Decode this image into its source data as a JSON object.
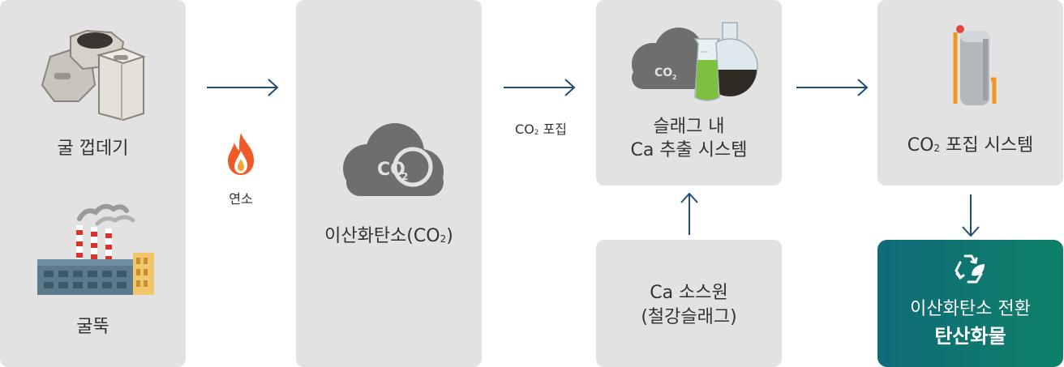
{
  "box1": {
    "top_label": "굴 껍데기",
    "bottom_label": "굴뚝"
  },
  "combustion": {
    "label": "연소"
  },
  "box2": {
    "label_main": "이산화탄소(CO",
    "label_sub": "2",
    "label_end": ")",
    "icon_text": "CO",
    "icon_sub": "2"
  },
  "arrow2": {
    "label_main": "CO",
    "label_sub": "2",
    "label_end": " 포집"
  },
  "box3": {
    "line1": "슬래그 내",
    "line2": "Ca 추출 시스템",
    "icon_text": "CO",
    "icon_sub": "2"
  },
  "box4": {
    "line1": "Ca 소스원",
    "line2": "(철강슬래그)"
  },
  "box5": {
    "label_main": "CO",
    "label_sub": "2",
    "label_end": " 포집 시스템"
  },
  "final": {
    "line1": "이산화탄소 전환",
    "line2": "탄산화물"
  },
  "colors": {
    "box": "#e2e2e2",
    "arrow": "#1f4e79",
    "final_start": "#0f6b78",
    "final_end": "#0d8067",
    "flame": "#f05a28"
  }
}
